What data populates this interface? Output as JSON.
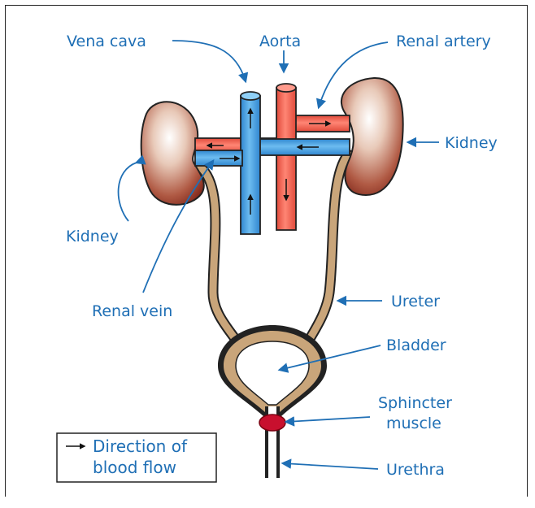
{
  "labels": {
    "vena_cava": "Vena cava",
    "aorta": "Aorta",
    "renal_artery": "Renal artery",
    "kidney_right": "Kidney",
    "kidney_left": "Kidney",
    "renal_vein": "Renal vein",
    "ureter": "Ureter",
    "bladder": "Bladder",
    "sphincter_line1": "Sphincter",
    "sphincter_line2": "muscle",
    "urethra": "Urethra"
  },
  "legend": {
    "line1": "Direction of",
    "line2": "blood flow"
  },
  "colors": {
    "label": "#1f6fb5",
    "vein_blue": "#4ba3e3",
    "artery_red": "#f0604f",
    "kidney_dark": "#8e2a1e",
    "ureter_tan": "#c9a57a",
    "sphincter": "#c8102e"
  }
}
